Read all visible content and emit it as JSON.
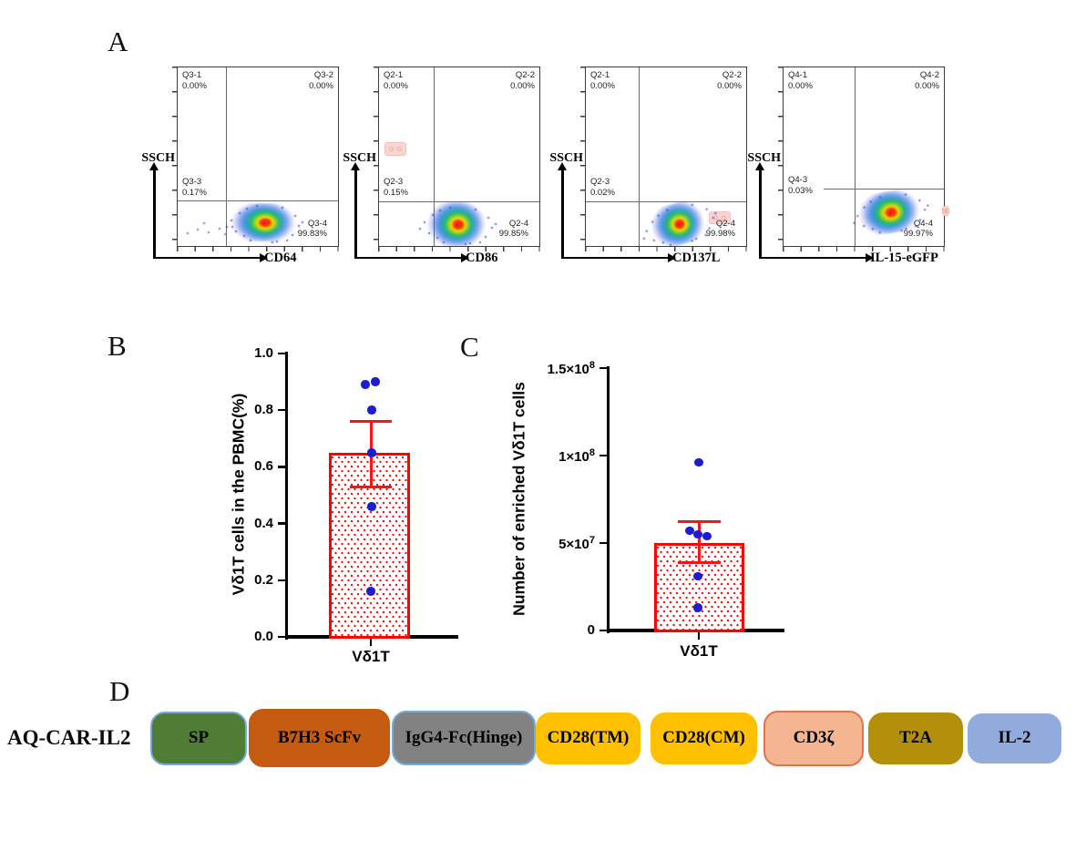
{
  "panels": {
    "a": {
      "label": "A",
      "y_axis_label": "SSCH",
      "plots": [
        {
          "x_axis_label": "CD64",
          "quadrants": [
            {
              "name": "Q3-1",
              "value": "0.00%"
            },
            {
              "name": "Q3-2",
              "value": "0.00%"
            },
            {
              "name": "Q3-3",
              "value": "0.17%"
            },
            {
              "name": "Q3-4",
              "value": "99.83%"
            }
          ]
        },
        {
          "x_axis_label": "CD86",
          "quadrants": [
            {
              "name": "Q2-1",
              "value": "0.00%"
            },
            {
              "name": "Q2-2",
              "value": "0.00%"
            },
            {
              "name": "Q2-3",
              "value": "0.15%"
            },
            {
              "name": "Q2-4",
              "value": "99.85%"
            }
          ]
        },
        {
          "x_axis_label": "CD137L",
          "quadrants": [
            {
              "name": "Q2-1",
              "value": "0.00%"
            },
            {
              "name": "Q2-2",
              "value": "0.00%"
            },
            {
              "name": "Q2-3",
              "value": "0.02%"
            },
            {
              "name": "Q2-4",
              "value": "99.98%"
            }
          ]
        },
        {
          "x_axis_label": "IL-15-eGFP",
          "quadrants": [
            {
              "name": "Q4-1",
              "value": "0.00%"
            },
            {
              "name": "Q4-2",
              "value": "0.00%"
            },
            {
              "name": "Q4-3",
              "value": "0.03%"
            },
            {
              "name": "Q4-4",
              "value": "99.97%"
            }
          ]
        }
      ]
    },
    "b": {
      "label": "B"
    },
    "c": {
      "label": "C"
    },
    "d": {
      "label": "D",
      "construct_name": "AQ-CAR-IL2",
      "segments": [
        {
          "label": "SP",
          "fill": "#4f7d33",
          "border": "#74aade"
        },
        {
          "label": "B7H3 ScFv",
          "fill": "#c55a11",
          "border": "#c55a11"
        },
        {
          "label": "IgG4-Fc(Hinge)",
          "fill": "#828282",
          "border": "#74aade"
        },
        {
          "label": "CD28(TM)",
          "fill": "#ffc000",
          "border": "#ffc000"
        },
        {
          "label": "CD28(CM)",
          "fill": "#ffc000",
          "border": "#ffc000"
        },
        {
          "label": "CD3ζ",
          "fill": "#f4b690",
          "border": "#e4714c"
        },
        {
          "label": "T2A",
          "fill": "#b3900b",
          "border": "#b3900b"
        },
        {
          "label": "IL-2",
          "fill": "#92abdd",
          "border": "#92abdd"
        }
      ]
    }
  },
  "chart_data": [
    {
      "id": "B",
      "type": "bar",
      "categories": [
        "Vδ1T"
      ],
      "values": [
        0.65
      ],
      "error_bars": [
        {
          "upper": 0.76,
          "lower": 0.53
        }
      ],
      "points": [
        {
          "value": 0.89,
          "offset": -6
        },
        {
          "value": 0.9,
          "offset": 5
        },
        {
          "value": 0.8,
          "offset": 1
        },
        {
          "value": 0.65,
          "offset": 1
        },
        {
          "value": 0.46,
          "offset": 1
        },
        {
          "value": 0.16,
          "offset": 0
        }
      ],
      "title": "",
      "xlabel": "",
      "ylabel": "Vδ1T cells in the PBMC(%)",
      "ylim": [
        0,
        1.0
      ],
      "ytick_values": [
        0,
        0.2,
        0.4,
        0.6,
        0.8,
        1.0
      ],
      "ytick_labels": [
        "0.0",
        "0.2",
        "0.4",
        "0.6",
        "0.8",
        "1.0"
      ],
      "grid": false,
      "legend": false
    },
    {
      "id": "C",
      "type": "bar",
      "categories": [
        "Vδ1T"
      ],
      "values": [
        50000000
      ],
      "error_bars": [
        {
          "upper": 62500000,
          "lower": 39000000
        }
      ],
      "points": [
        {
          "value": 96000000,
          "offset": 0
        },
        {
          "value": 57000000,
          "offset": -10
        },
        {
          "value": 55000000,
          "offset": -1
        },
        {
          "value": 54000000,
          "offset": 9
        },
        {
          "value": 31000000,
          "offset": -1
        },
        {
          "value": 13000000,
          "offset": -1
        }
      ],
      "title": "",
      "xlabel": "",
      "ylabel": "Number of enriched Vδ1T cells",
      "ylim": [
        0,
        150000000
      ],
      "ytick_values": [
        0,
        50000000,
        100000000,
        150000000
      ],
      "ytick_labels": [
        "0",
        "5×10^7",
        "1×10^8",
        "1.5×10^8"
      ],
      "grid": false,
      "legend": false
    }
  ],
  "colors": {
    "bar_border": "#ff0000",
    "bar_dot_fill": "#ff0000",
    "error_bar": "#ff1212",
    "data_point": "#1c1cd2",
    "axis": "#000000",
    "background": "#ffffff"
  }
}
